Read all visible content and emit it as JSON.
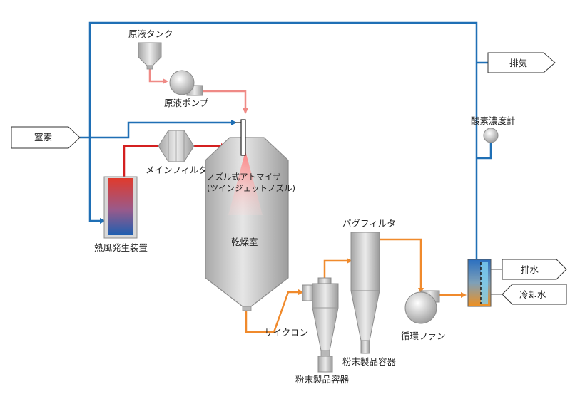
{
  "labels": {
    "raw_tank": "原液タンク",
    "raw_pump": "原液ポンプ",
    "nitrogen": "窒素",
    "main_filter": "メインフィルタ",
    "heater": "熱風発生装置",
    "atomizer_1": "ノズル式アトマイザ",
    "atomizer_2": "(ツインジェットノズル)",
    "drying_chamber": "乾燥室",
    "cyclone": "サイクロン",
    "powder_container_cyclone": "粉末製品容器",
    "bag_filter": "バグフィルタ",
    "powder_container_bag": "粉末製品容器",
    "circulation_fan": "循環ファン",
    "exhaust": "排気",
    "oxygen_meter": "酸素濃度計",
    "drain_water": "排水",
    "cooling_water": "冷却水"
  },
  "colors": {
    "nitrogen_line": "#1f6fb5",
    "hot_air_line": "#d42020",
    "liquid_line": "#ef8a86",
    "powder_line": "#f08a2c",
    "equipment_fill": "#c8c8c8",
    "equipment_stroke": "#8c8c8c"
  }
}
